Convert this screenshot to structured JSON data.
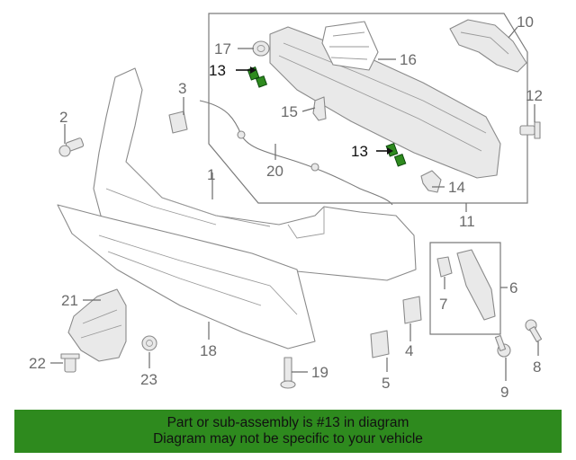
{
  "diagram": {
    "callouts": {
      "c1": "1",
      "c2": "2",
      "c3": "3",
      "c4": "4",
      "c5": "5",
      "c6": "6",
      "c7": "7",
      "c8": "8",
      "c9": "9",
      "c10": "10",
      "c11": "11",
      "c12": "12",
      "c13a": "13",
      "c13b": "13",
      "c14": "14",
      "c15": "15",
      "c16": "16",
      "c17": "17",
      "c18": "18",
      "c19": "19",
      "c20": "20",
      "c21": "21",
      "c22": "22",
      "c23": "23"
    },
    "highlighted_part": "13",
    "highlight_color": "#2e8a1e"
  },
  "banner": {
    "line1": "Part or sub-assembly is #13 in diagram",
    "line2": "Diagram may not be specific to your vehicle",
    "background": "#2e8a1e"
  }
}
